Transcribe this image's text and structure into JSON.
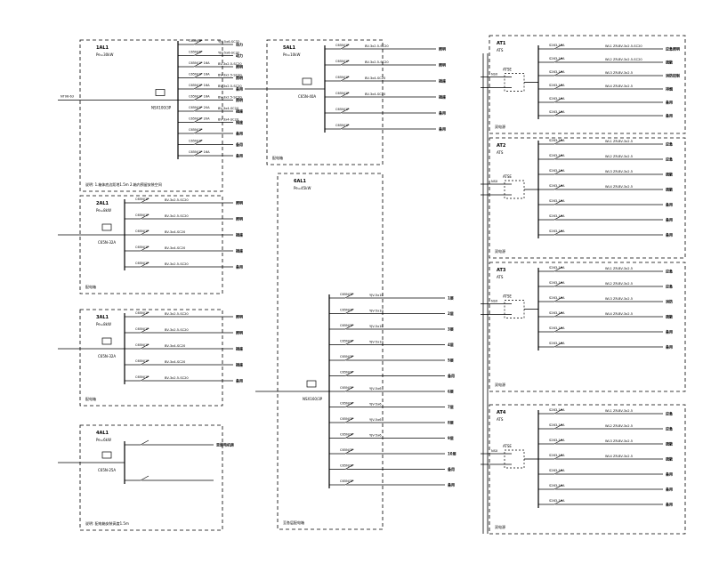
{
  "title": "配电系统图",
  "panels": [
    {
      "id": "AL1",
      "name": "1AL1",
      "rating": "Pe=30kW",
      "incoming": "NT06-63",
      "main": "NSX100/3P",
      "note": "说明: 1.箱体底边距地1.5m 2.箱内预留安装空间",
      "feeders": [
        {
          "breaker": "C65N/3P",
          "cable": "YJV-5x6-SC32",
          "load": "动力"
        },
        {
          "breaker": "C65N/3P",
          "cable": "YJV-5x6-SC32",
          "load": "动力"
        },
        {
          "breaker": "C65N/1P 16A",
          "cable": "BV-3x2.5-SC20",
          "load": "照明"
        },
        {
          "breaker": "C65N/1P 16A",
          "cable": "BV-3x2.5-SC20",
          "load": "照明"
        },
        {
          "breaker": "C65N/1P 16A",
          "cable": "BV-3x2.5-SC20",
          "load": "备用"
        },
        {
          "breaker": "C65N/1P 16A",
          "cable": "BV-3x2.5-SC20",
          "load": "照明"
        },
        {
          "breaker": "C65N/1P 20A",
          "cable": "BV-3x4-SC20",
          "load": "插座"
        },
        {
          "breaker": "C65N/1P 20A",
          "cable": "BV-3x4-SC20",
          "load": "插座"
        },
        {
          "breaker": "C65N/1P",
          "cable": "",
          "load": "备用"
        },
        {
          "breaker": "C65N/1P",
          "cable": "",
          "load": "备用"
        },
        {
          "breaker": "C65N/1P 16A",
          "cable": "",
          "load": "备用"
        }
      ]
    },
    {
      "id": "AL2",
      "name": "2AL1",
      "rating": "Pe=8kW",
      "incoming": "",
      "main": "C65N-32A",
      "note": "配电箱",
      "feeders": [
        {
          "breaker": "C65N/1P",
          "cable": "BV-3x2.5-SC20",
          "load": "照明"
        },
        {
          "breaker": "C65N/1P",
          "cable": "BV-3x2.5-SC20",
          "load": "照明"
        },
        {
          "breaker": "C65N/1P",
          "cable": "BV-3x4-SC20",
          "load": "插座"
        },
        {
          "breaker": "C65N/1P",
          "cable": "BV-3x4-SC20",
          "load": "插座"
        },
        {
          "breaker": "C65N/1P",
          "cable": "BV-3x2.5-SC20",
          "load": "备用"
        }
      ]
    },
    {
      "id": "AL3",
      "name": "3AL1",
      "rating": "Pe=8kW",
      "incoming": "",
      "main": "C65N-32A",
      "note": "配电箱",
      "feeders": [
        {
          "breaker": "C65N/1P",
          "cable": "BV-3x2.5-SC20",
          "load": "照明"
        },
        {
          "breaker": "C65N/1P",
          "cable": "BV-3x2.5-SC20",
          "load": "照明"
        },
        {
          "breaker": "C65N/1P",
          "cable": "BV-3x4-SC20",
          "load": "插座"
        },
        {
          "breaker": "C65N/1P",
          "cable": "BV-3x4-SC20",
          "load": "插座"
        },
        {
          "breaker": "C65N/1P",
          "cable": "BV-3x2.5-SC20",
          "load": "备用"
        }
      ]
    },
    {
      "id": "AL4",
      "name": "4AL1",
      "rating": "Pe=6kW",
      "incoming": "",
      "main": "C65N-25A",
      "note": "说明: 配电箱安装高度1.5m",
      "feeders": [
        {
          "breaker": "",
          "cable": "",
          "load": "至弱电机房"
        },
        {
          "breaker": "",
          "cable": "",
          "load": ""
        }
      ]
    },
    {
      "id": "AL5",
      "name": "5AL1",
      "rating": "Pe=10kW",
      "incoming": "",
      "main": "C65N-40A",
      "note": "配电箱",
      "feeders": [
        {
          "breaker": "C65N/1P",
          "cable": "BV-3x2.5-SC20",
          "load": "照明"
        },
        {
          "breaker": "C65N/1P",
          "cable": "BV-3x2.5-SC20",
          "load": "照明"
        },
        {
          "breaker": "C65N/1P",
          "cable": "BV-3x4-SC20",
          "load": "插座"
        },
        {
          "breaker": "C65N/1P",
          "cable": "BV-3x4-SC20",
          "load": "插座"
        },
        {
          "breaker": "C65N/1P",
          "cable": "",
          "load": "备用"
        },
        {
          "breaker": "C65N/1P",
          "cable": "",
          "load": "备用"
        }
      ]
    },
    {
      "id": "AL6",
      "name": "6AL1",
      "rating": "Pe=45kW",
      "incoming": "",
      "main": "NSX160/3P",
      "note": "至各层配电箱",
      "feeders": [
        {
          "breaker": "C65N/3P",
          "cable": "YJV-5x10",
          "load": "1层"
        },
        {
          "breaker": "C65N/3P",
          "cable": "YJV-5x10",
          "load": "2层"
        },
        {
          "breaker": "C65N/3P",
          "cable": "YJV-5x10",
          "load": "3层"
        },
        {
          "breaker": "C65N/3P",
          "cable": "YJV-5x10",
          "load": "4层"
        },
        {
          "breaker": "C65N/3P",
          "cable": "",
          "load": "5层"
        },
        {
          "breaker": "C65N/3P",
          "cable": "",
          "load": "备用"
        },
        {
          "breaker": "C65N/3P",
          "cable": "YJV-5x6",
          "load": "6层"
        },
        {
          "breaker": "C65N/3P",
          "cable": "YJV-5x6",
          "load": "7层"
        },
        {
          "breaker": "C65N/3P",
          "cable": "YJV-5x6",
          "load": "8层"
        },
        {
          "breaker": "C65N/3P",
          "cable": "YJV-5x6",
          "load": "9层"
        },
        {
          "breaker": "C65N/3P",
          "cable": "",
          "load": "10层"
        },
        {
          "breaker": "C65N/3P",
          "cable": "",
          "load": "备用"
        },
        {
          "breaker": "C65N/3P",
          "cable": "",
          "load": "备用"
        }
      ]
    },
    {
      "id": "AT1",
      "name": "AT1",
      "rating": "ATS",
      "incoming": "NSX",
      "main": "ATSE",
      "note": "双电源",
      "feeders": [
        {
          "breaker": "S263-16A",
          "cable": "WL1 ZR-BV-3x2.5-SC20",
          "load": "应急照明"
        },
        {
          "breaker": "S263-16A",
          "cable": "WL2 ZR-BV-3x2.5-SC20",
          "load": "疏散"
        },
        {
          "breaker": "S263-16A",
          "cable": "WL3 ZR-BV-3x2.5",
          "load": "消防控制"
        },
        {
          "breaker": "S263-16A",
          "cable": "WL4 ZR-BV-3x2.5",
          "load": "排烟"
        },
        {
          "breaker": "S263-16A",
          "cable": "",
          "load": "备用"
        },
        {
          "breaker": "S263-16A",
          "cable": "",
          "load": "备用"
        }
      ]
    },
    {
      "id": "AT2",
      "name": "AT2",
      "rating": "ATS",
      "incoming": "NSX",
      "main": "ATSE",
      "note": "双电源",
      "feeders": [
        {
          "breaker": "S263-16A",
          "cable": "WL1 ZR-BV-3x2.5",
          "load": "应急"
        },
        {
          "breaker": "S263-16A",
          "cable": "WL2 ZR-BV-3x2.5",
          "load": "应急"
        },
        {
          "breaker": "S263-16A",
          "cable": "WL3 ZR-BV-3x2.5",
          "load": "疏散"
        },
        {
          "breaker": "S263-16A",
          "cable": "WL4 ZR-BV-3x2.5",
          "load": "疏散"
        },
        {
          "breaker": "S263-16A",
          "cable": "",
          "load": "备用"
        },
        {
          "breaker": "S263-16A",
          "cable": "",
          "load": "备用"
        },
        {
          "breaker": "S263-16A",
          "cable": "",
          "load": "备用"
        }
      ]
    },
    {
      "id": "AT3",
      "name": "AT3",
      "rating": "ATS",
      "incoming": "NSX",
      "main": "ATSE",
      "note": "双电源",
      "feeders": [
        {
          "breaker": "S263-16A",
          "cable": "WL1 ZR-BV-3x2.5",
          "load": "应急"
        },
        {
          "breaker": "S263-16A",
          "cable": "WL2 ZR-BV-3x2.5",
          "load": "应急"
        },
        {
          "breaker": "S263-16A",
          "cable": "WL3 ZR-BV-3x2.5",
          "load": "消防"
        },
        {
          "breaker": "S263-16A",
          "cable": "WL4 ZR-BV-3x2.5",
          "load": "疏散"
        },
        {
          "breaker": "S263-16A",
          "cable": "",
          "load": "备用"
        },
        {
          "breaker": "S263-16A",
          "cable": "",
          "load": "备用"
        }
      ]
    },
    {
      "id": "AT4",
      "name": "AT4",
      "rating": "ATS",
      "incoming": "NSX",
      "main": "ATSE",
      "note": "双电源",
      "feeders": [
        {
          "breaker": "S263-16A",
          "cable": "WL1 ZR-BV-3x2.5",
          "load": "应急"
        },
        {
          "breaker": "S263-16A",
          "cable": "WL2 ZR-BV-3x2.5",
          "load": "应急"
        },
        {
          "breaker": "S263-16A",
          "cable": "WL3 ZR-BV-3x2.5",
          "load": "疏散"
        },
        {
          "breaker": "S263-16A",
          "cable": "WL4 ZR-BV-3x2.5",
          "load": "疏散"
        },
        {
          "breaker": "S263-16A",
          "cable": "",
          "load": "备用"
        },
        {
          "breaker": "S263-16A",
          "cable": "",
          "load": "备用"
        },
        {
          "breaker": "S263-16A",
          "cable": "",
          "load": "备用"
        }
      ]
    }
  ]
}
